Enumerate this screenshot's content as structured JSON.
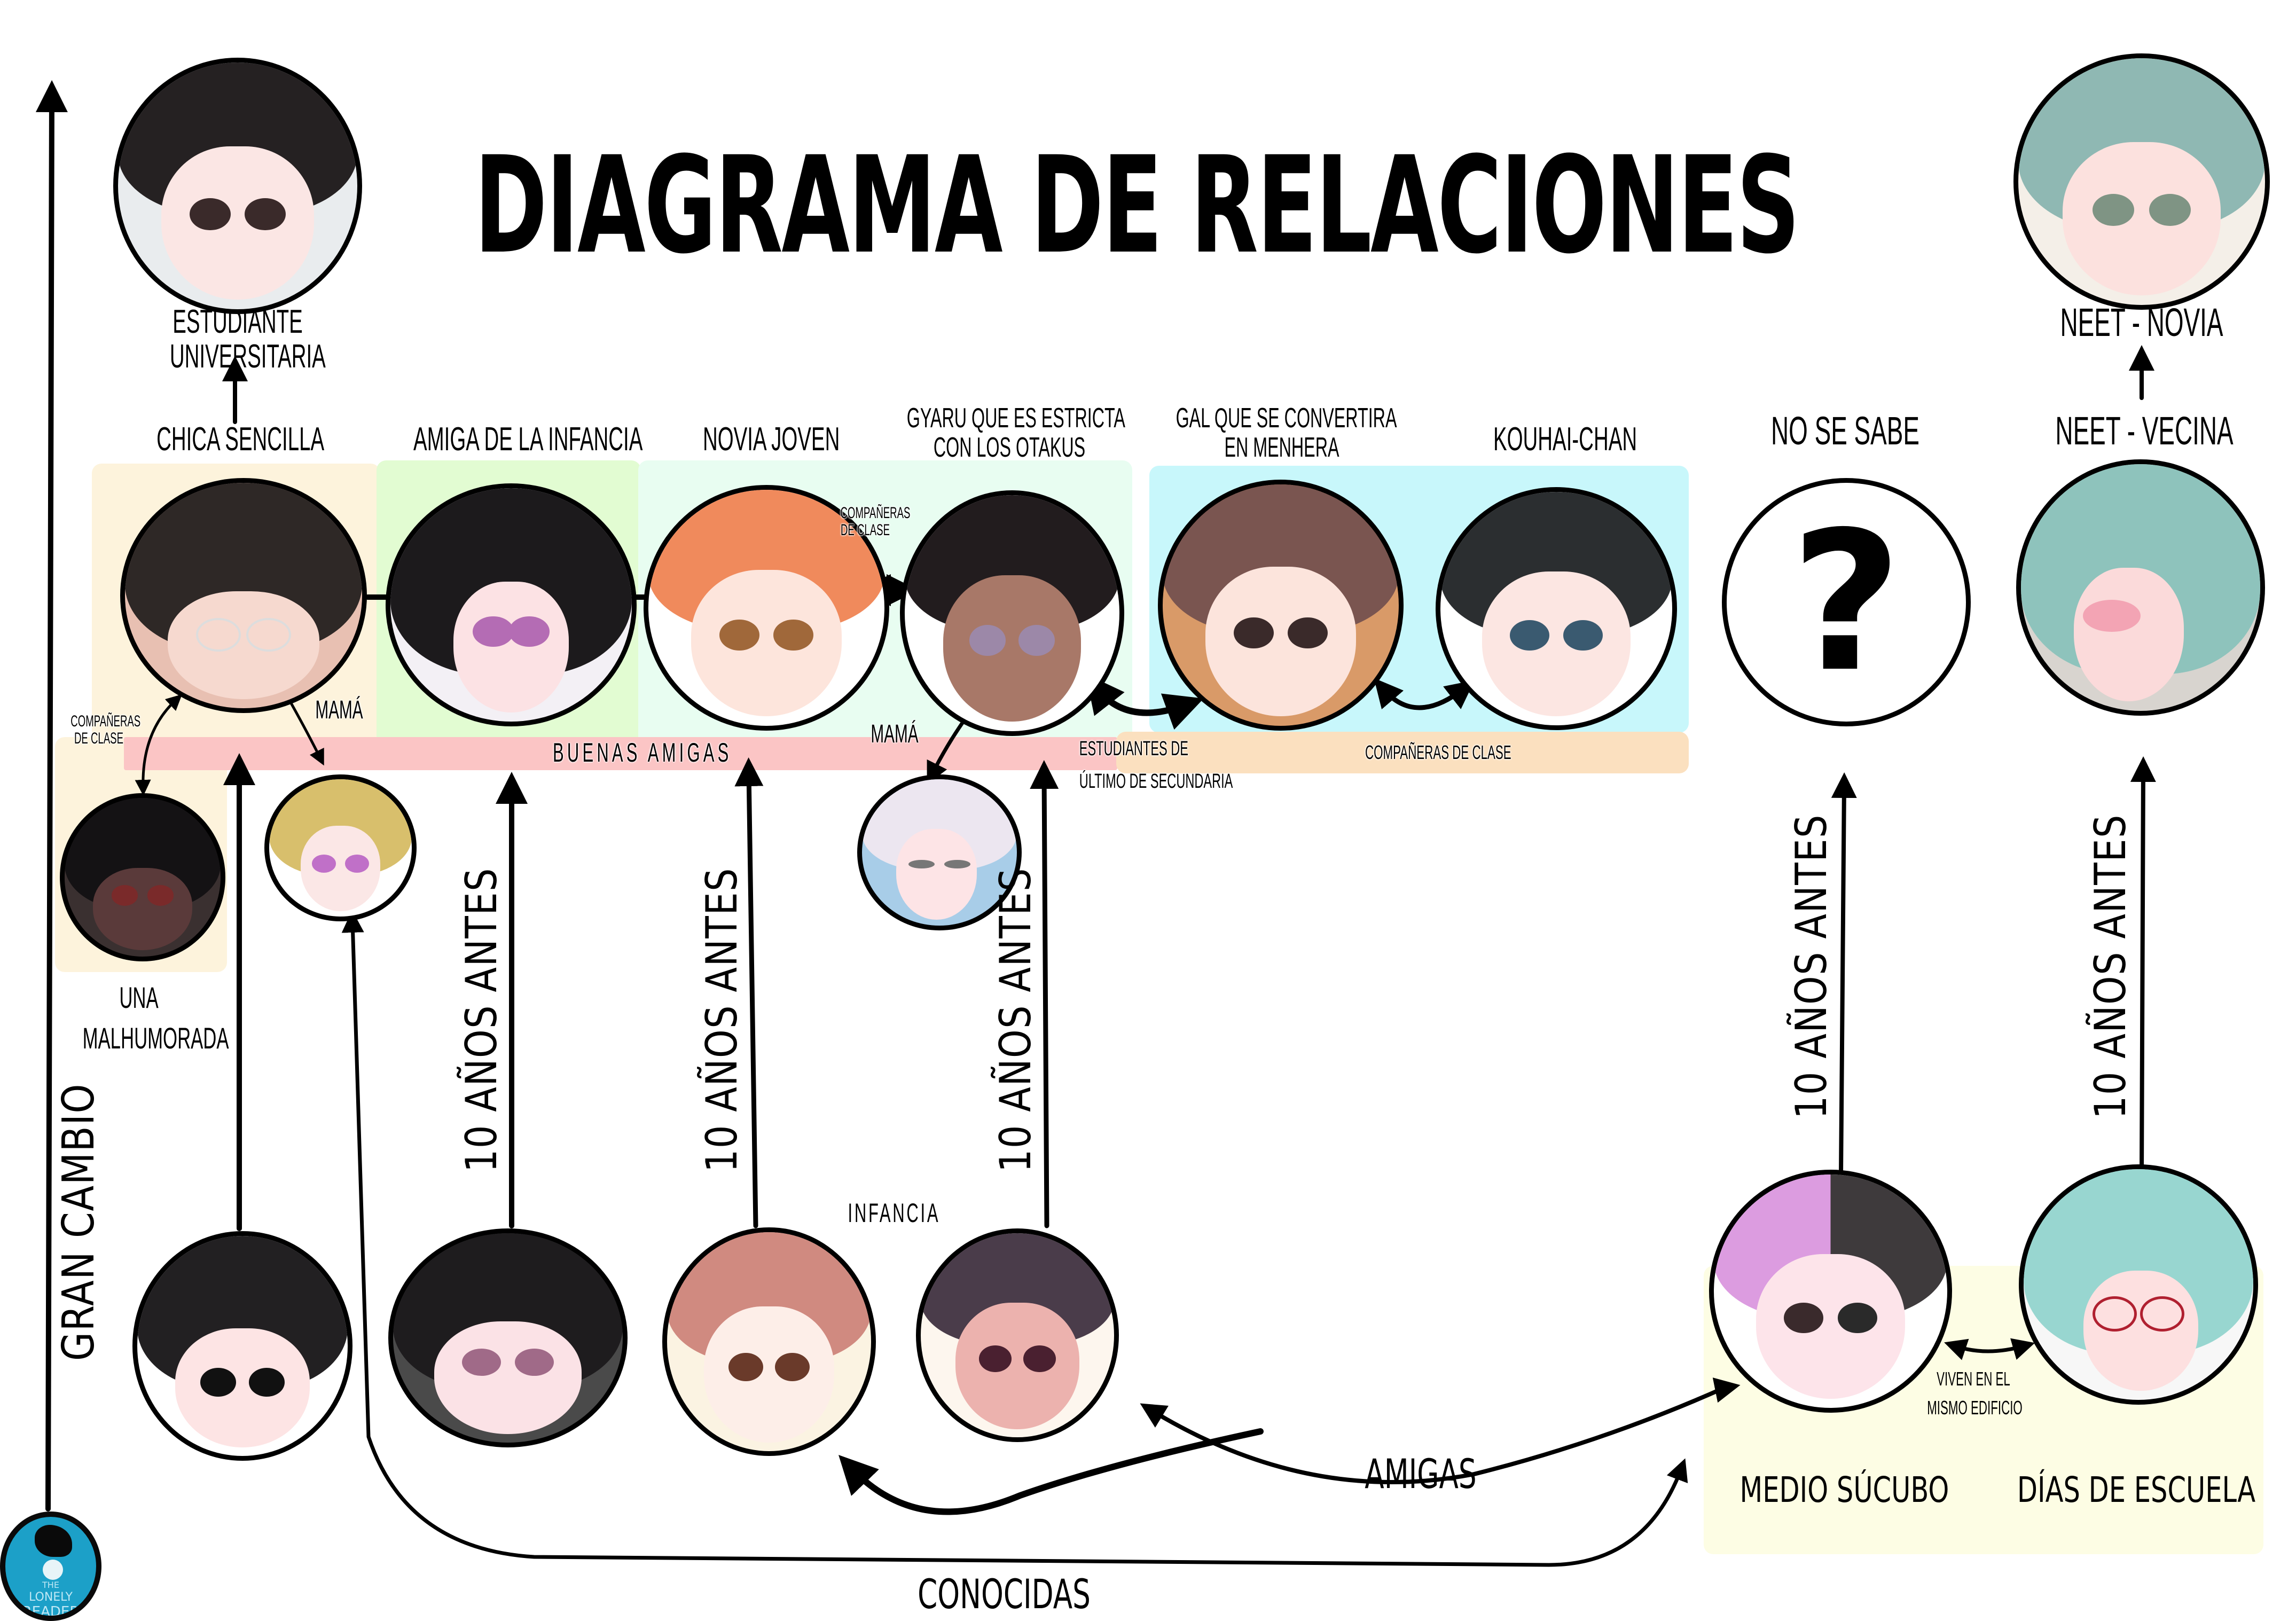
{
  "title": "DIAGRAMA DE RELACIONES",
  "colors": {
    "panel_yellow": "#fdf3dc",
    "panel_green": "#e2fcd2",
    "panel_mint": "#e8fdf1",
    "panel_cyan": "#c8f7fb",
    "band_pink": "#fbc5c5",
    "band_peach": "#fbe0bf",
    "panel_cream": "#fdfde4",
    "logo_blue": "#1ca0c8"
  },
  "characters": {
    "chica_sencilla": {
      "label": "CHICA SENCILLA",
      "future_label": "ESTUDIANTE\nUNIVERSITARIA",
      "hair": "#2e2826",
      "skin": "#f6d9cf",
      "bg": "#e8c0b2"
    },
    "estudiante_universitaria": {
      "label": "ESTUDIANTE UNIVERSITARIA",
      "hair": "#252122",
      "skin": "#fbe6e4",
      "bg": "#e9ecee"
    },
    "amiga_infancia": {
      "label": "AMIGA DE LA INFANCIA",
      "hair": "#1c1a1c",
      "skin": "#fce2e4",
      "bg": "#f3f0f5"
    },
    "novia_joven": {
      "label": "NOVIA JOVEN",
      "hair": "#f08a5c",
      "skin": "#fde5dc",
      "bg": "#ffffff"
    },
    "gyaru": {
      "label": "GYARU QUE ES ESTRICTA\nCON LOS OTAKUS",
      "hair": "#221c1e",
      "skin": "#a87868",
      "bg": "#ffffff"
    },
    "gal_menhera": {
      "label": "GAL QUE SE CONVERTIRA\nEN MENHERA",
      "hair": "#7a5550",
      "skin": "#fce4dc",
      "bg": "#d99a68"
    },
    "kouhai": {
      "label": "KOUHAI-CHAN",
      "hair": "#2b2e30",
      "skin": "#fce6e2",
      "bg": "#ffffff"
    },
    "no_se_sabe": {
      "label": "NO SE SABE",
      "glyph": "?"
    },
    "neet_vecina": {
      "label": "NEET - VECINA",
      "hair": "#8ec3bc",
      "skin": "#fbdada",
      "bg": "#d8d4cf"
    },
    "neet_novia": {
      "label": "NEET - NOVIA",
      "hair": "#8fb8b3",
      "skin": "#fce1de",
      "bg": "#f4efe8"
    },
    "malhumorada": {
      "label": "UNA\nMALHUMORADA",
      "hair": "#141214",
      "skin": "#5a3a3a",
      "bg": "#3a3030"
    },
    "mama_rubia": {
      "label": "MAMÁ",
      "hair": "#d8bf6c",
      "skin": "#fbe7e6",
      "bg": "#ffffff"
    },
    "mama_plateada": {
      "label": "MAMÁ",
      "hair": "#ece6f0",
      "skin": "#fde4e6",
      "bg": "#a8cde8"
    },
    "chica_sencilla_nina": {
      "hair": "#222022",
      "skin": "#fde4e4",
      "bg": "#ffffff"
    },
    "amiga_infancia_nina": {
      "hair": "#1e1c1e",
      "skin": "#fbe2e6",
      "bg": "#4a4a4a"
    },
    "novia_joven_nina": {
      "hair": "#d08a80",
      "skin": "#fdeee8",
      "bg": "#fbf3e2"
    },
    "gyaru_nina": {
      "hair": "#4a3c4a",
      "skin": "#ecb2ae",
      "bg": "#fdf6ee"
    },
    "medio_sucubo": {
      "label": "MEDIO SÚCUBO",
      "hair": "#dc9ce0",
      "hair2": "#3e3a3c",
      "skin": "#fde4ea",
      "bg": "#ffffff"
    },
    "dias_escuela": {
      "label": "DÍAS DE ESCUELA",
      "hair": "#98d6d0",
      "skin": "#fde0e0",
      "bg": "#f7f7f7"
    }
  },
  "relations": {
    "buenas_amigas": "BUENAS AMIGAS",
    "companeras_clase_left": "COMPAÑERAS\nDE CLASE",
    "companeras_clase_mid": "COMPAÑERAS\nDE CLASE",
    "companeras_clase_band": "COMPAÑERAS DE CLASE",
    "mama_left": "MAMÁ",
    "mama_right": "MAMÁ",
    "estudiantes_ultimo": "ESTUDIANTES DE\nÚLTIMO DE SECUNDARIA",
    "infancia": "INFANCIA",
    "amigas": "AMIGAS",
    "conocidas": "CONOCIDAS",
    "viven_mismo_edificio": "VIVEN EN EL\nMISMO EDIFICIO",
    "gran_cambio": "GRAN CAMBIO",
    "diez_anos_antes": "10 AÑOS ANTES"
  },
  "logo": {
    "line1": "THE",
    "line2": "LONELY",
    "line3": "READER"
  }
}
